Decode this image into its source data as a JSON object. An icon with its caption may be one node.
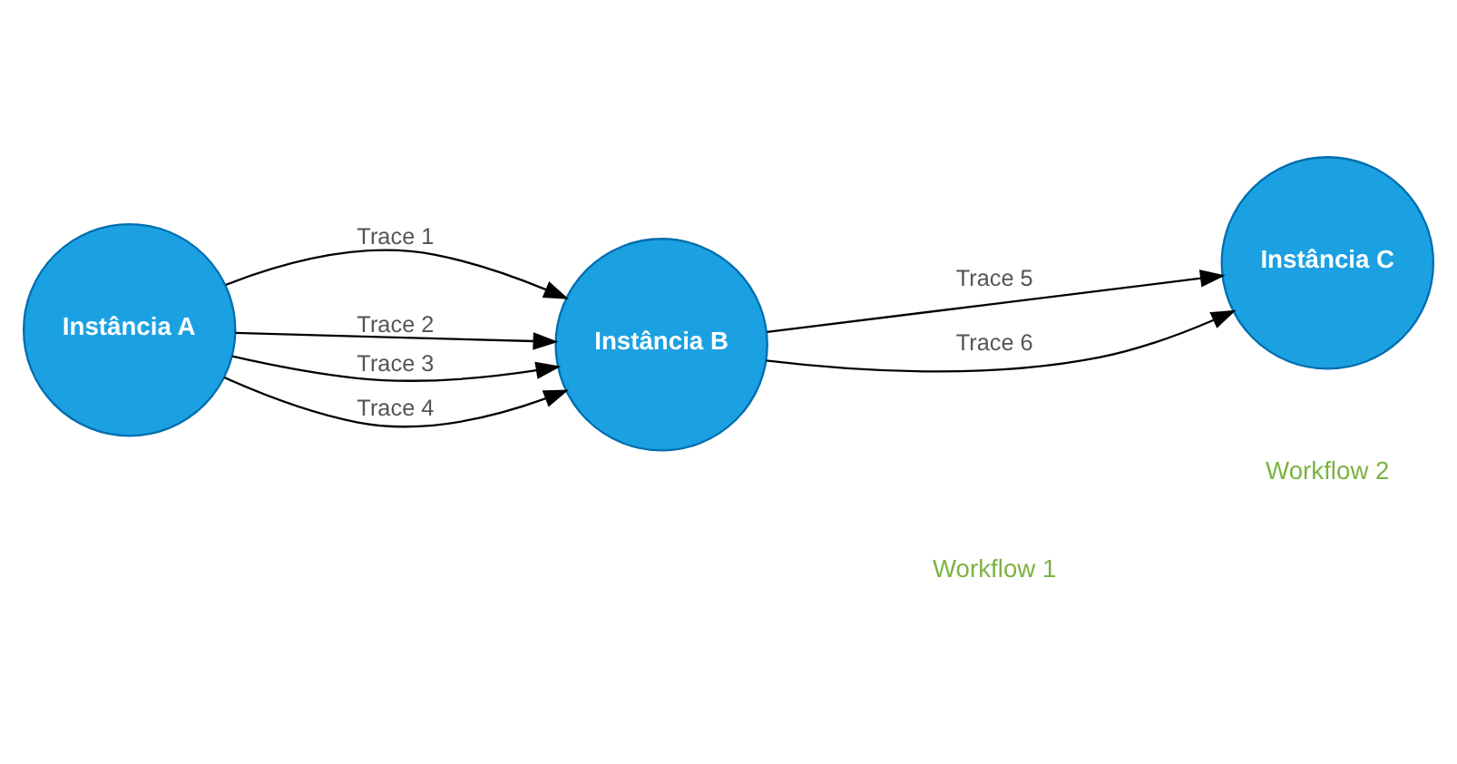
{
  "diagram": {
    "nodes": [
      {
        "text": [
          "Instância A"
        ]
      },
      {
        "text": [
          "Instância B"
        ]
      },
      {
        "text": [
          "Instância C"
        ]
      }
    ],
    "edges": [
      {
        "from": 0,
        "to": 1,
        "arrow": "to",
        "label": "Trace 1"
      },
      {
        "from": 0,
        "to": 1,
        "arrow": "to",
        "label": "Trace 2"
      },
      {
        "from": 0,
        "to": 1,
        "arrow": "to",
        "label": "Trace 3"
      },
      {
        "from": 0,
        "to": 1,
        "arrow": "to",
        "label": "Trace 4"
      },
      {
        "from": 1,
        "to": 2,
        "arrow": "to",
        "label": "Trace 5"
      },
      {
        "from": 1,
        "to": 2,
        "arrow": "to",
        "label": "Trace 6"
      }
    ],
    "labels": [
      "Workflow 2",
      "Workflow 1"
    ]
  }
}
